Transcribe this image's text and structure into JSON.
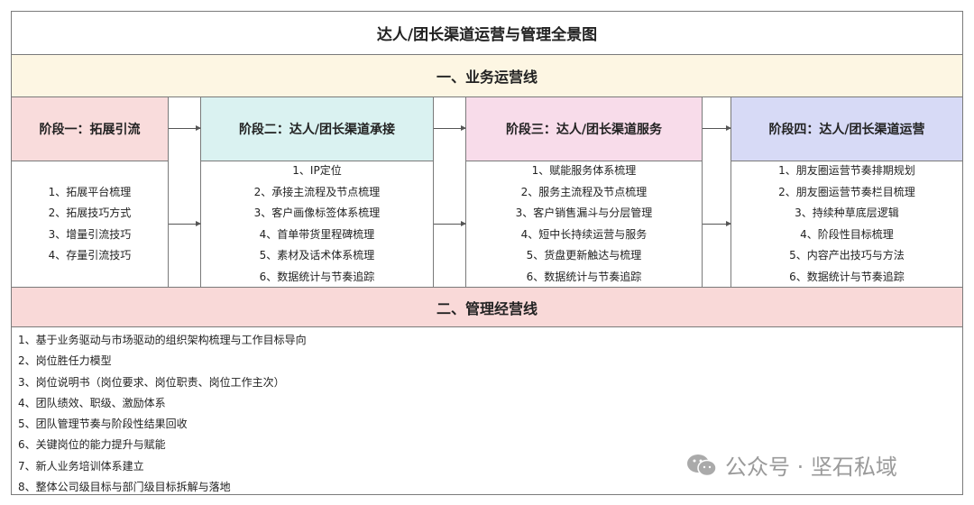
{
  "title": "达人/团长渠道运营与管理全景图",
  "line1": "一、业务运营线",
  "stages": [
    {
      "title": "阶段一：拓展引流",
      "items": [
        "1、拓展平台梳理",
        "2、拓展技巧方式",
        "3、增量引流技巧",
        "4、存量引流技巧"
      ],
      "color": "#f9dcdc"
    },
    {
      "title": "阶段二：达人/团长渠道承接",
      "items": [
        "1、IP定位",
        "2、承接主流程及节点梳理",
        "3、客户画像标签体系梳理",
        "4、首单带货里程碑梳理",
        "5、素材及话术体系梳理",
        "6、数据统计与节奏追踪"
      ],
      "color": "#daf2f1"
    },
    {
      "title": "阶段三：达人/团长渠道服务",
      "items": [
        "1、赋能服务体系梳理",
        "2、服务主流程及节点梳理",
        "3、客户销售漏斗与分层管理",
        "4、短中长持续运营与服务",
        "5、货盘更新触达与梳理",
        "6、数据统计与节奏追踪"
      ],
      "color": "#f8dcea"
    },
    {
      "title": "阶段四：达人/团长渠道运营",
      "items": [
        "1、朋友圈运营节奏排期规划",
        "2、朋友圈运营节奏栏目梳理",
        "3、持续种草底层逻辑",
        "4、阶段性目标梳理",
        "5、内容产出技巧与方法",
        "6、数据统计与节奏追踪"
      ],
      "color": "#d7daf6"
    }
  ],
  "line2": "二、管理经营线",
  "management": [
    "1、基于业务驱动与市场驱动的组织架构梳理与工作目标导向",
    "2、岗位胜任力模型",
    "3、岗位说明书（岗位要求、岗位职责、岗位工作主次）",
    "4、团队绩效、职级、激励体系",
    "5、团队管理节奏与阶段性结果回收",
    "6、关键岗位的能力提升与赋能",
    "7、新人业务培训体系建立",
    "8、整体公司级目标与部门级目标拆解与落地"
  ],
  "watermark": "公众号 · 坚石私域"
}
